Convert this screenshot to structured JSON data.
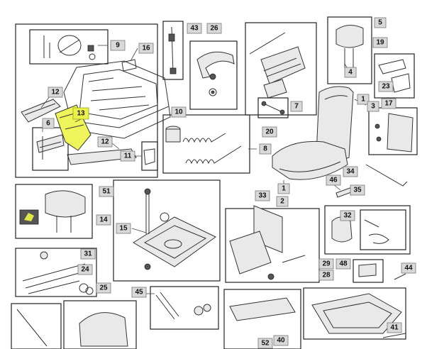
{
  "callouts": {
    "c1a": "1",
    "c1b": "1",
    "c2": "2",
    "c3": "3",
    "c4": "4",
    "c5": "5",
    "c6": "6",
    "c7": "7",
    "c8": "8",
    "c9": "9",
    "c10": "10",
    "c11": "11",
    "c12a": "12",
    "c12b": "12",
    "c13": "13",
    "c14": "14",
    "c15": "15",
    "c16": "16",
    "c17": "17",
    "c19": "19",
    "c20": "20",
    "c23": "23",
    "c24": "24",
    "c25": "25",
    "c26": "26",
    "c28": "28",
    "c29": "29",
    "c31": "31",
    "c32": "32",
    "c33": "33",
    "c34": "34",
    "c35": "35",
    "c40": "40",
    "c41": "41",
    "c43": "43",
    "c44": "44",
    "c45": "45",
    "c46": "46",
    "c48": "48",
    "c51": "51",
    "c52": "52"
  },
  "highlight_color": "#e8f24a"
}
